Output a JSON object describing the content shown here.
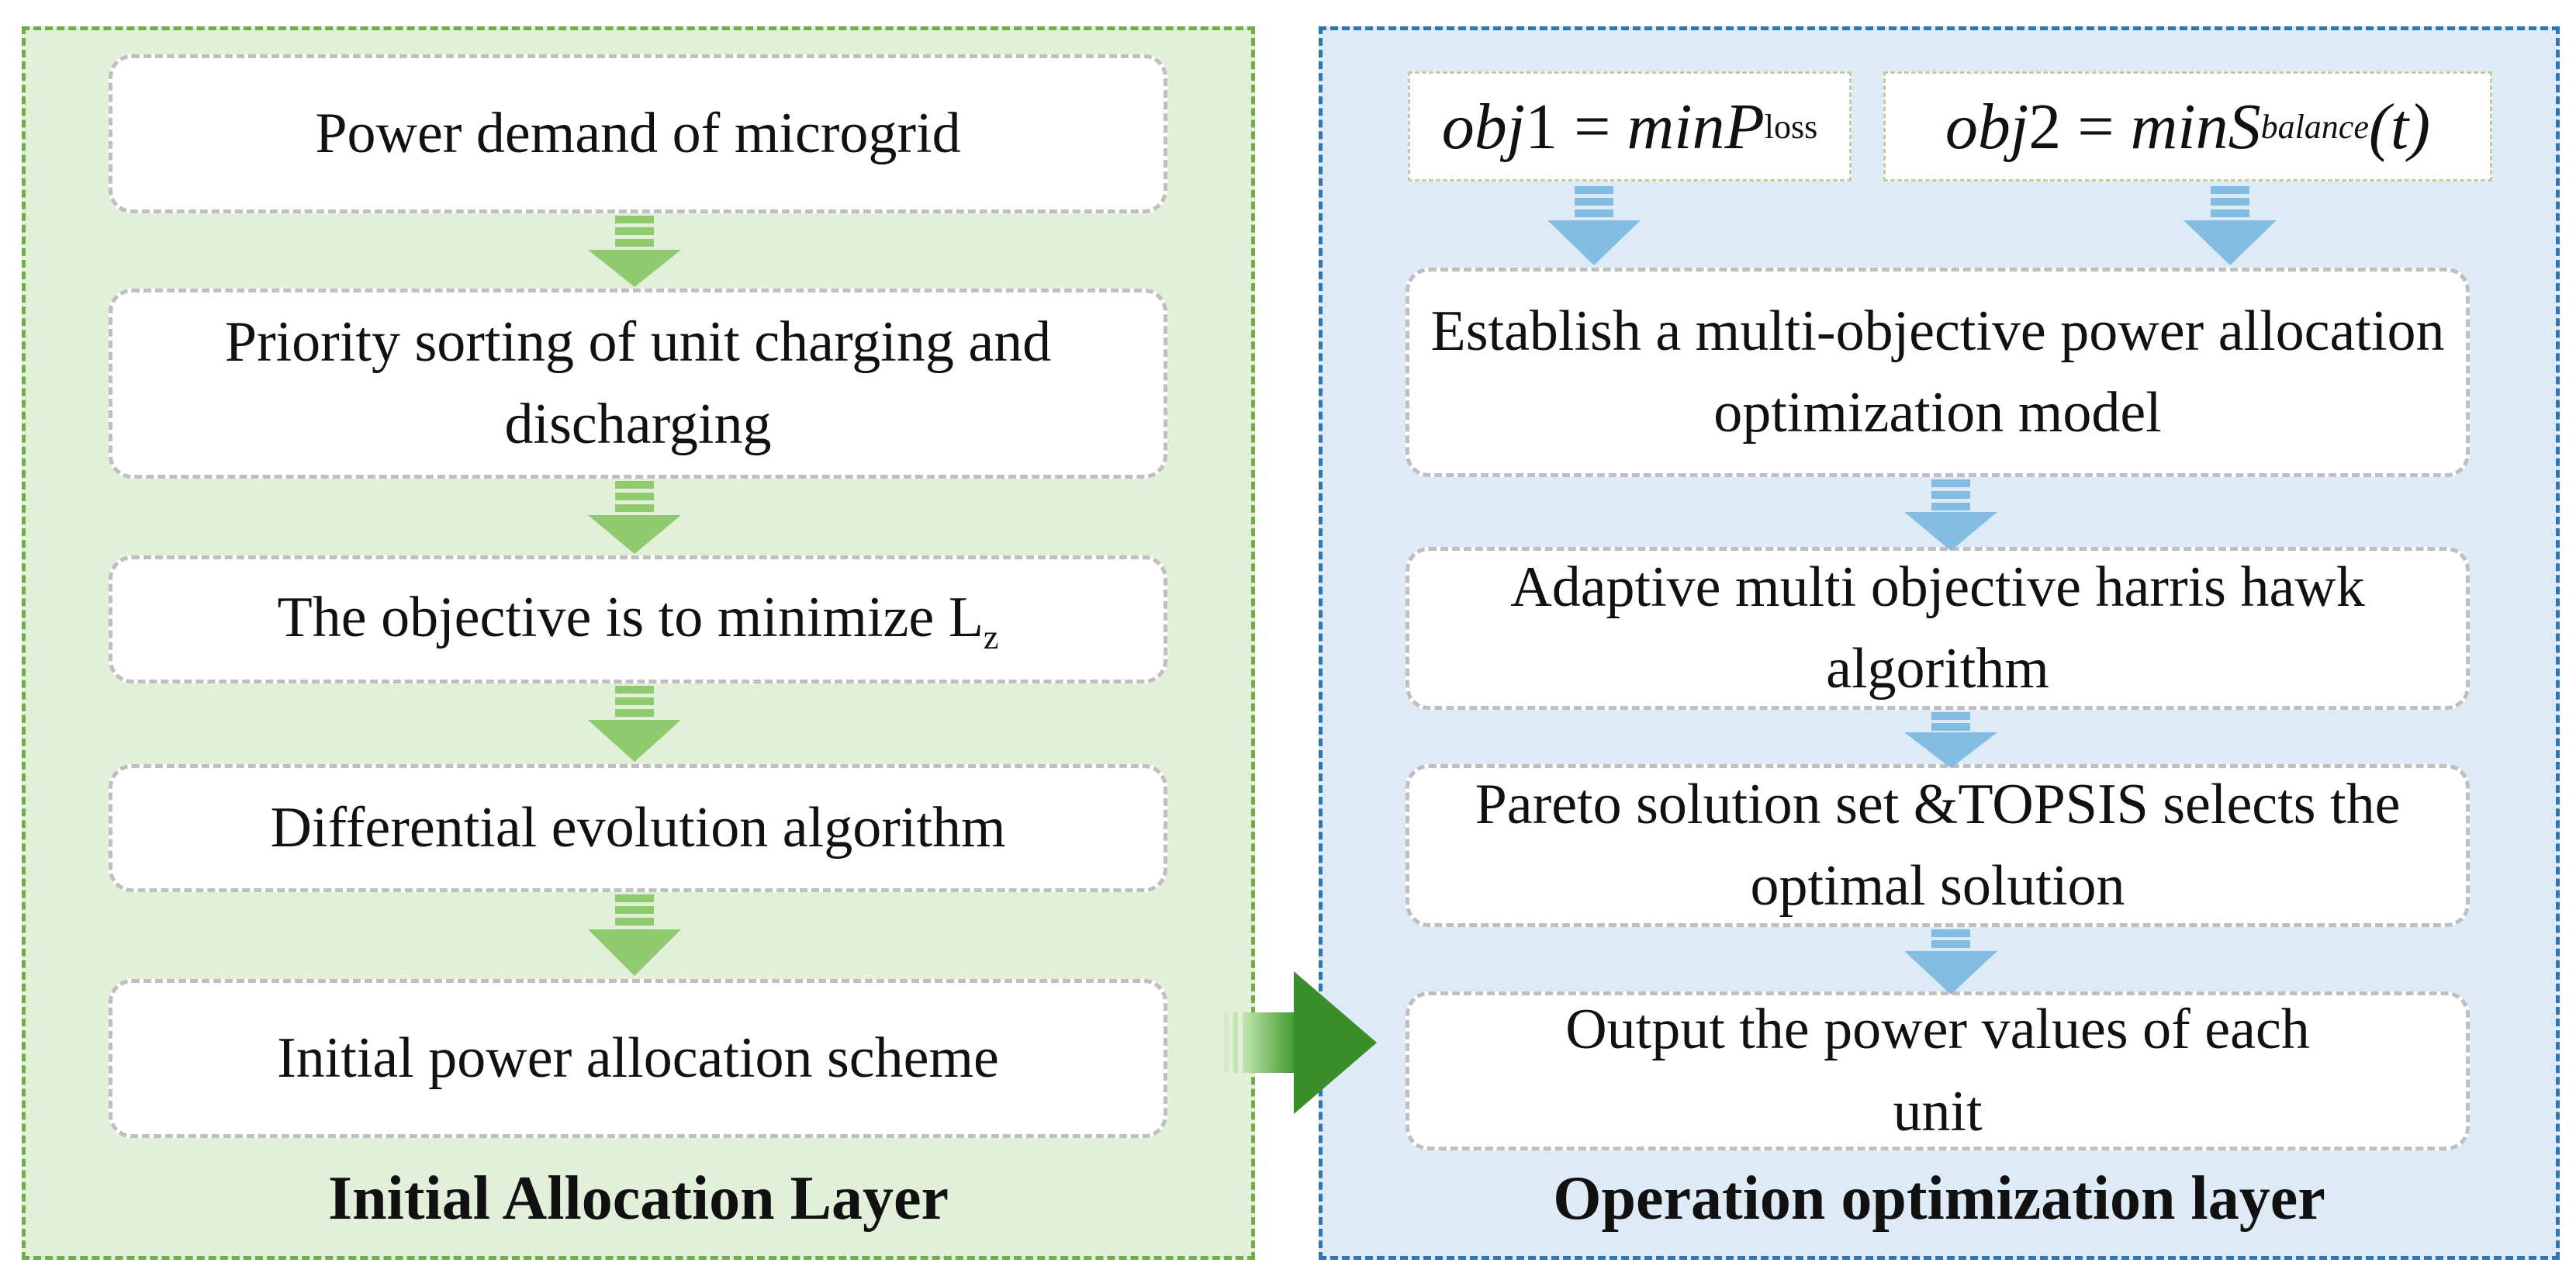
{
  "initial_layer": {
    "title": "Initial Allocation Layer",
    "steps": [
      "Power demand of microgrid",
      "Priority sorting of unit charging and discharging",
      "The  objective is to minimize L",
      "Differential evolution algorithm",
      "Initial power allocation scheme"
    ],
    "lz_subscript": "z"
  },
  "operation_layer": {
    "title": "Operation optimization layer",
    "objective_1": {
      "lhs": "obj",
      "index": "1",
      "eq": "=",
      "rhs": "minP",
      "sub": "loss"
    },
    "objective_2": {
      "lhs": "obj",
      "index": "2",
      "eq": "=",
      "rhs": "minS",
      "sub": "balance",
      "arg": "(t)"
    },
    "steps": [
      "Establish a multi-objective power allocation optimization model",
      "Adaptive multi objective harris hawk algorithm",
      "Pareto solution set &TOPSIS selects the optimal solution",
      "Output the power values of each unit"
    ]
  },
  "colors": {
    "green_bg": "#e2efd9",
    "green_border": "#70ad47",
    "green_arrow": "#8fcb6e",
    "blue_bg": "#deebf7",
    "blue_border": "#2e75b6",
    "blue_arrow": "#84bde3"
  }
}
